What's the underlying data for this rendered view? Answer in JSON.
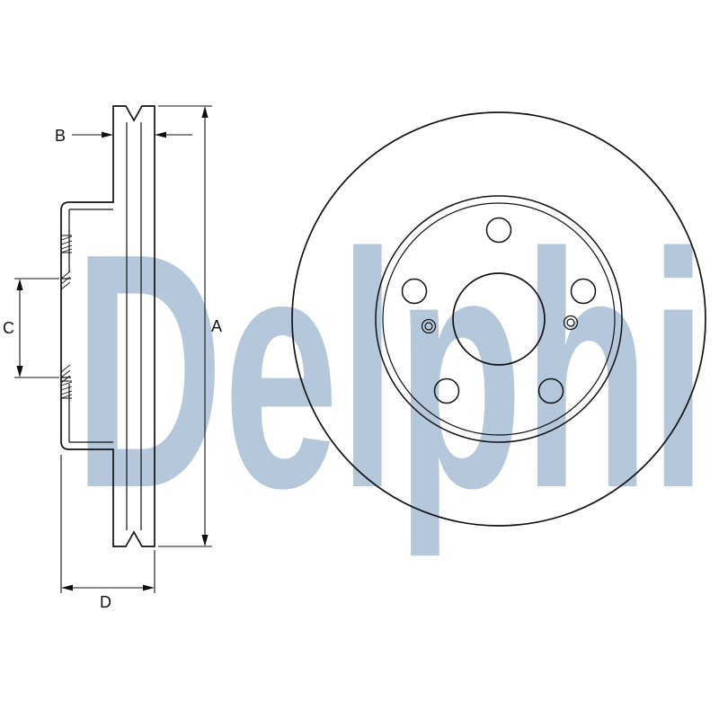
{
  "watermark": {
    "text": "Delphi",
    "color": "#b5c8db"
  },
  "drawing": {
    "line_color": "#111111",
    "background_color": "#ffffff",
    "labels": {
      "a": "A",
      "b": "B",
      "c": "C",
      "d": "D"
    },
    "front_view": {
      "bolt_hole_count": 5,
      "small_hole_count": 2
    }
  }
}
